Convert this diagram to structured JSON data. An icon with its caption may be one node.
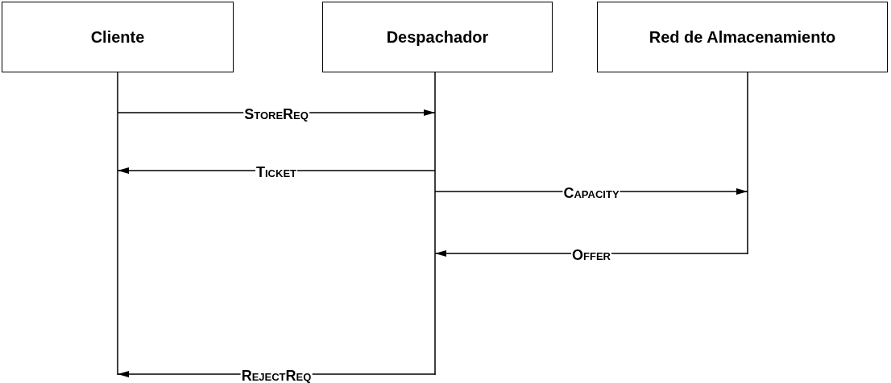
{
  "diagram": {
    "nodes": [
      {
        "text": [
          "Cliente"
        ]
      },
      {
        "text": [
          "Despachador"
        ]
      },
      {
        "text": [
          "Red de Almacenamiento"
        ]
      }
    ],
    "edges": [
      {
        "from": 0,
        "to": 1,
        "arrow": "to",
        "label": "StoreReq"
      },
      {
        "from": 1,
        "to": 0,
        "arrow": "to",
        "label": "Ticket"
      },
      {
        "from": 1,
        "to": 2,
        "arrow": "to",
        "label": "Capacity"
      },
      {
        "from": 2,
        "to": 1,
        "arrow": "to",
        "label": "Offer"
      },
      {
        "from": 1,
        "to": 0,
        "arrow": "to",
        "label": "RejectReq"
      }
    ]
  }
}
